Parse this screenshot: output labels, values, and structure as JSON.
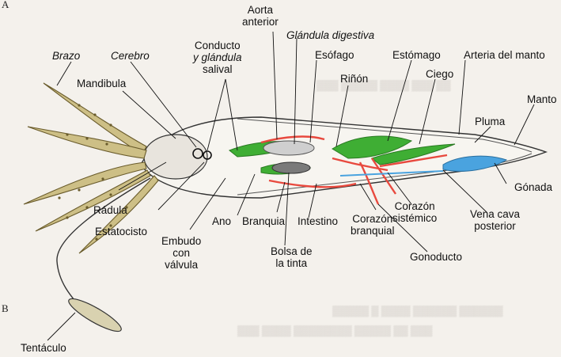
{
  "figure": {
    "panel_markers": [
      "A",
      "B"
    ],
    "labels": {
      "brazo": "Brazo",
      "cerebro": "Cerebro",
      "mandibula": "Mandibula",
      "conducto_glandula_salival": [
        "Conducto",
        "y glándula",
        "salival"
      ],
      "aorta_anterior": [
        "Aorta",
        "anterior"
      ],
      "glandula_digestiva": "Glándula digestiva",
      "esofago": "Esófago",
      "rinon": "Riñón",
      "estomago": "Estómago",
      "ciego": "Ciego",
      "arteria_del_manto": "Arteria del manto",
      "manto": "Manto",
      "pluma": "Pluma",
      "gonada": "Gónada",
      "vena_cava_posterior": [
        "Vena cava",
        "posterior"
      ],
      "corazon_sistemico": [
        "Corazón",
        "sistémico"
      ],
      "corazon_branquial": [
        "Corazón",
        "branquial"
      ],
      "gonoducto": "Gonoducto",
      "intestino": "Intestino",
      "branquia": "Branquia",
      "ano": "Ano",
      "bolsa_de_la_tinta": [
        "Bolsa de",
        "la tinta"
      ],
      "embudo_con_valvula": [
        "Embudo",
        "con",
        "válvula"
      ],
      "estatocisto": "Estatocisto",
      "radula": "Rádula",
      "tentaculo": "Tentáculo"
    }
  },
  "colors": {
    "digestive_green": "#3fae34",
    "vessel_red": "#e8493e",
    "gonad_blue": "#4aa3df",
    "arm_tan": "#cdbf86"
  }
}
